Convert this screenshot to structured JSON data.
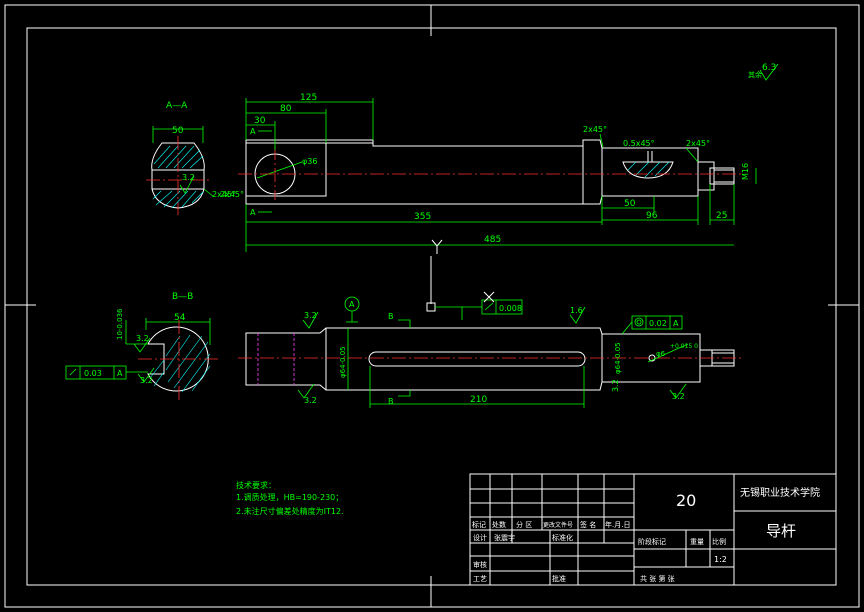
{
  "views": {
    "section_aa": {
      "label": "A—A",
      "width_dim": "50",
      "roughness": "3.2",
      "chamfer": "2x45°"
    },
    "section_bb": {
      "label": "B—B",
      "width_dim": "54",
      "depth_dim": "10-0.036",
      "roughness_a": "3.2",
      "roughness_b": "3.2",
      "tolerance_value": "0.03",
      "tolerance_datum": "A"
    },
    "top_view": {
      "dims": {
        "d125": "125",
        "d80": "80",
        "d30": "30",
        "d36": "φ36",
        "chamfer_left": "2x45°",
        "chamfer_mid": "2x45°",
        "chamfer_slot": "0.5x45°",
        "chamfer_right": "2x45°",
        "d50": "50",
        "d96": "96",
        "d25": "25",
        "m16": "M16",
        "d355": "355",
        "d485": "485"
      },
      "section_mark_top": "A",
      "section_mark_bottom": "A"
    },
    "front_view": {
      "datum": "A",
      "section_mark_top": "B",
      "section_mark_bottom": "B",
      "flatness_value": "0.008",
      "roughness_top_left": "3.2",
      "roughness_top_right": "1.6",
      "roughness_bottom_left": "3.2",
      "roughness_bottom_right": "3.2",
      "roughness_right": "3.2",
      "dia_main": "φ64-0.05",
      "dia_right": "φ64-0.05",
      "coax_value": "0.02",
      "coax_datum": "A",
      "hole_dim": "φ6",
      "hole_tol": "+0.015 0",
      "slot_len": "210"
    }
  },
  "general_roughness": {
    "prefix": "其余",
    "value": "6.3"
  },
  "notes": {
    "title": "技术要求：",
    "items": [
      "1.调质处理，HB=190-230；",
      "2.未注尺寸偏差处精度为IT12."
    ]
  },
  "title_block": {
    "quantity": "20",
    "school": "无锡职业技术学院",
    "part_name": "导杆",
    "scale": "1:2",
    "row_headers": [
      "标记",
      "处数",
      "分 区",
      "更改文件号",
      "签 名",
      "年.月.日"
    ],
    "design_label": "设计",
    "designer": "张震宇",
    "std_label": "标准化",
    "stage_label": "阶段标记",
    "weight_label": "重量",
    "scale_label": "比例",
    "review_label": "审核",
    "process_label": "工艺",
    "approve_label": "批准",
    "sheet_label": "共   张   第   张"
  }
}
